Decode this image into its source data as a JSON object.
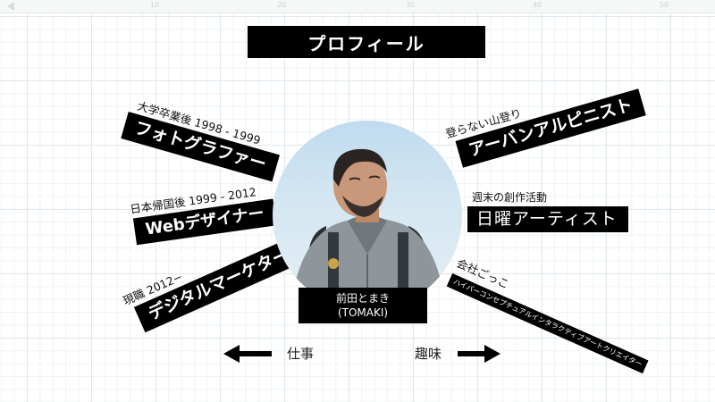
{
  "title": "プロフィール",
  "ruler_numbers": [
    "10",
    "20",
    "30",
    "40",
    "50"
  ],
  "career": [
    {
      "caption": "大学卒業後 1998 - 1999",
      "role": "フォトグラファー"
    },
    {
      "caption": "日本帰国後 1999 - 2012",
      "role": "Webデザイナー"
    },
    {
      "caption": "現職 2012−",
      "role": "デジタルマーケター"
    }
  ],
  "hobbies": [
    {
      "caption": "登らない山登り",
      "role": "アーバンアルピニスト"
    },
    {
      "caption": "週末の創作活動",
      "role": "日曜アーティスト"
    },
    {
      "caption": "会社ごっこ",
      "role": "ハイパーコンセプチュアルインタラクティブアートクリエイター"
    }
  ],
  "person": {
    "name": "前田とまき",
    "name_romaji": "(TOMAKI)"
  },
  "work_label": "仕事",
  "hobby_label": "趣味",
  "colors": {
    "label_bg": "#000000",
    "label_text": "#ffffff",
    "sky": "#bfdbef"
  }
}
